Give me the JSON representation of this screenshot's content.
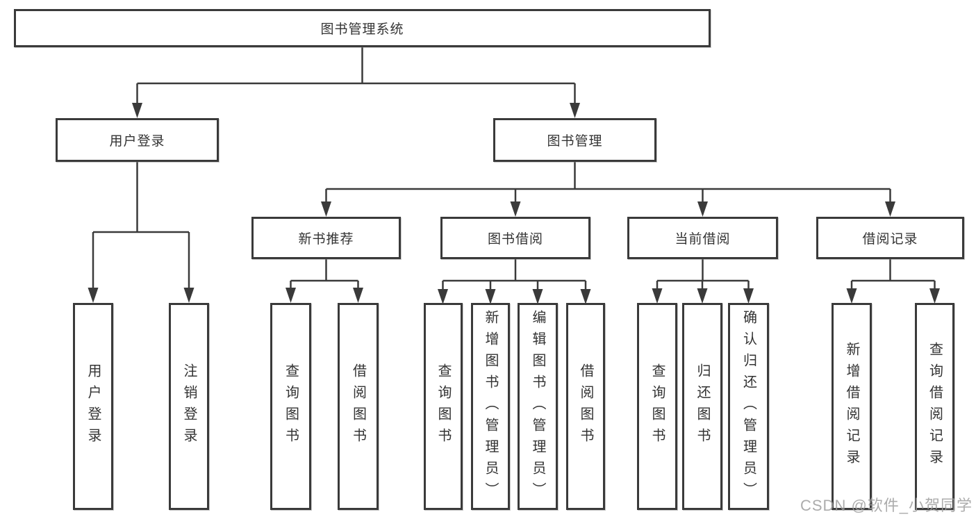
{
  "tree": {
    "root": "图书管理系统",
    "user_login": {
      "label": "用户登录",
      "children": [
        "用户登录",
        "注销登录"
      ]
    },
    "book_mgmt": {
      "label": "图书管理"
    },
    "new_books": {
      "label": "新书推荐",
      "children": [
        "查询图书",
        "借阅图书"
      ]
    },
    "borrowing": {
      "label": "图书借阅",
      "children": [
        "查询图书",
        "新增图书（管理员）",
        "编辑图书（管理员）",
        "借阅图书"
      ]
    },
    "current_borrow": {
      "label": "当前借阅",
      "children": [
        "查询图书",
        "归还图书",
        "确认归还（管理员）"
      ]
    },
    "borrow_records": {
      "label": "借阅记录",
      "children": [
        "新增借阅记录",
        "查询借阅记录"
      ]
    }
  },
  "watermark": "CSDN @软件_小贺同学",
  "colors": {
    "line": "#3a3a3a",
    "border": "#3a3a3a",
    "text": "#333333",
    "watermark": "#9e9e9e",
    "background": "#ffffff"
  }
}
